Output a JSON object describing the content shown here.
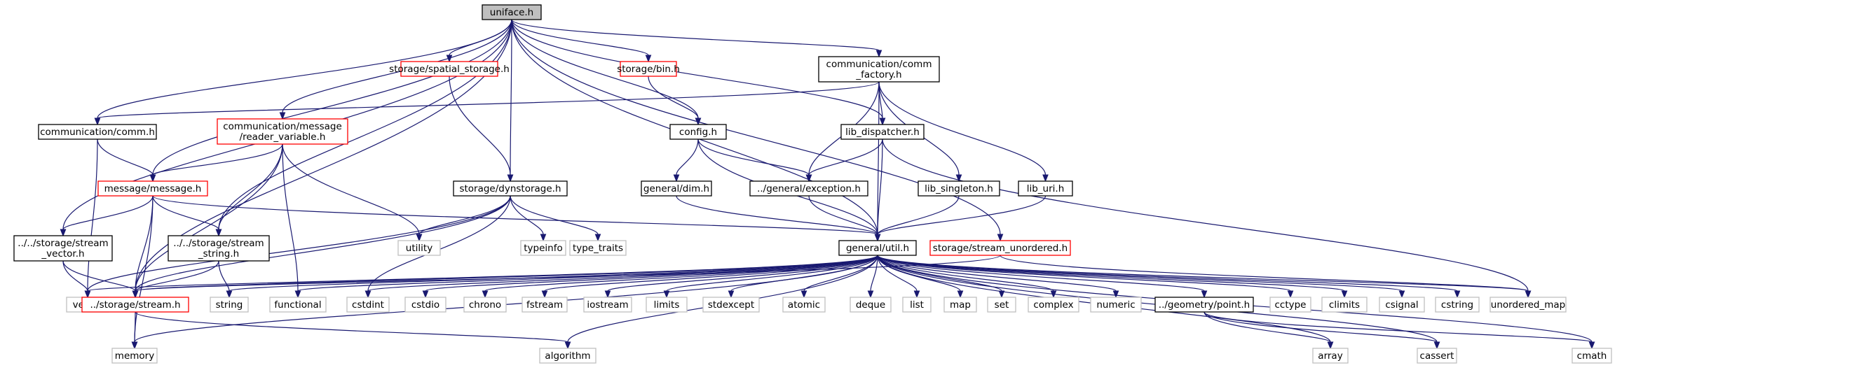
{
  "colors": {
    "edge": "#191970",
    "border_default": "#000000",
    "border_truncated": "#ff0000",
    "border_system": "#bfbfbf",
    "fill_root": "#bfbfbf",
    "fill_default": "#ffffff"
  },
  "nodes": [
    {
      "id": "uniface",
      "lines": [
        "uniface.h"
      ],
      "kind": "root"
    },
    {
      "id": "spatial",
      "lines": [
        "storage/spatial_storage.h"
      ],
      "kind": "truncated"
    },
    {
      "id": "bin",
      "lines": [
        "storage/bin.h"
      ],
      "kind": "truncated"
    },
    {
      "id": "commfactory",
      "lines": [
        "communication/comm",
        "_factory.h"
      ],
      "kind": "normal"
    },
    {
      "id": "comm",
      "lines": [
        "communication/comm.h"
      ],
      "kind": "normal"
    },
    {
      "id": "reader",
      "lines": [
        "communication/message",
        "/reader_variable.h"
      ],
      "kind": "truncated"
    },
    {
      "id": "config",
      "lines": [
        "config.h"
      ],
      "kind": "normal"
    },
    {
      "id": "libdisp",
      "lines": [
        "lib_dispatcher.h"
      ],
      "kind": "normal"
    },
    {
      "id": "message",
      "lines": [
        "message/message.h"
      ],
      "kind": "truncated"
    },
    {
      "id": "dynstorage",
      "lines": [
        "storage/dynstorage.h"
      ],
      "kind": "normal"
    },
    {
      "id": "dim",
      "lines": [
        "general/dim.h"
      ],
      "kind": "normal"
    },
    {
      "id": "exception",
      "lines": [
        "../general/exception.h"
      ],
      "kind": "normal"
    },
    {
      "id": "libsingle",
      "lines": [
        "lib_singleton.h"
      ],
      "kind": "normal"
    },
    {
      "id": "liburi",
      "lines": [
        "lib_uri.h"
      ],
      "kind": "normal"
    },
    {
      "id": "streamvector",
      "lines": [
        "../../storage/stream",
        "_vector.h"
      ],
      "kind": "normal"
    },
    {
      "id": "streamstring",
      "lines": [
        "../../storage/stream",
        "_string.h"
      ],
      "kind": "normal"
    },
    {
      "id": "utility",
      "lines": [
        "utility"
      ],
      "kind": "system"
    },
    {
      "id": "typeinfo",
      "lines": [
        "typeinfo"
      ],
      "kind": "system"
    },
    {
      "id": "typetraits",
      "lines": [
        "type_traits"
      ],
      "kind": "system"
    },
    {
      "id": "util",
      "lines": [
        "general/util.h"
      ],
      "kind": "normal"
    },
    {
      "id": "streamunordered",
      "lines": [
        "storage/stream_unordered.h"
      ],
      "kind": "truncated"
    },
    {
      "id": "vector",
      "lines": [
        "vector"
      ],
      "kind": "system"
    },
    {
      "id": "stream",
      "lines": [
        "../storage/stream.h"
      ],
      "kind": "truncated"
    },
    {
      "id": "string",
      "lines": [
        "string"
      ],
      "kind": "system"
    },
    {
      "id": "functional",
      "lines": [
        "functional"
      ],
      "kind": "system"
    },
    {
      "id": "cstdint",
      "lines": [
        "cstdint"
      ],
      "kind": "system"
    },
    {
      "id": "cstdio",
      "lines": [
        "cstdio"
      ],
      "kind": "system"
    },
    {
      "id": "chrono",
      "lines": [
        "chrono"
      ],
      "kind": "system"
    },
    {
      "id": "fstream",
      "lines": [
        "fstream"
      ],
      "kind": "system"
    },
    {
      "id": "iostream",
      "lines": [
        "iostream"
      ],
      "kind": "system"
    },
    {
      "id": "limits",
      "lines": [
        "limits"
      ],
      "kind": "system"
    },
    {
      "id": "stdexcept",
      "lines": [
        "stdexcept"
      ],
      "kind": "system"
    },
    {
      "id": "atomic",
      "lines": [
        "atomic"
      ],
      "kind": "system"
    },
    {
      "id": "deque",
      "lines": [
        "deque"
      ],
      "kind": "system"
    },
    {
      "id": "list",
      "lines": [
        "list"
      ],
      "kind": "system"
    },
    {
      "id": "map",
      "lines": [
        "map"
      ],
      "kind": "system"
    },
    {
      "id": "set",
      "lines": [
        "set"
      ],
      "kind": "system"
    },
    {
      "id": "complex",
      "lines": [
        "complex"
      ],
      "kind": "system"
    },
    {
      "id": "numeric",
      "lines": [
        "numeric"
      ],
      "kind": "system"
    },
    {
      "id": "point",
      "lines": [
        "../geometry/point.h"
      ],
      "kind": "normal"
    },
    {
      "id": "cctype",
      "lines": [
        "cctype"
      ],
      "kind": "system"
    },
    {
      "id": "climits",
      "lines": [
        "climits"
      ],
      "kind": "system"
    },
    {
      "id": "csignal",
      "lines": [
        "csignal"
      ],
      "kind": "system"
    },
    {
      "id": "cstring",
      "lines": [
        "cstring"
      ],
      "kind": "system"
    },
    {
      "id": "unorderedmap",
      "lines": [
        "unordered_map"
      ],
      "kind": "system"
    },
    {
      "id": "memory",
      "lines": [
        "memory"
      ],
      "kind": "system"
    },
    {
      "id": "algorithm",
      "lines": [
        "algorithm"
      ],
      "kind": "system"
    },
    {
      "id": "array",
      "lines": [
        "array"
      ],
      "kind": "system"
    },
    {
      "id": "cassert",
      "lines": [
        "cassert"
      ],
      "kind": "system"
    },
    {
      "id": "cmath",
      "lines": [
        "cmath"
      ],
      "kind": "system"
    }
  ],
  "edges": [
    [
      "uniface",
      "spatial"
    ],
    [
      "uniface",
      "bin"
    ],
    [
      "uniface",
      "commfactory"
    ],
    [
      "uniface",
      "comm"
    ],
    [
      "uniface",
      "reader"
    ],
    [
      "uniface",
      "config"
    ],
    [
      "uniface",
      "libdisp"
    ],
    [
      "uniface",
      "message"
    ],
    [
      "uniface",
      "dynstorage"
    ],
    [
      "uniface",
      "util"
    ],
    [
      "uniface",
      "streamunordered"
    ],
    [
      "uniface",
      "streamvector"
    ],
    [
      "uniface",
      "streamstring"
    ],
    [
      "uniface",
      "stream"
    ],
    [
      "spatial",
      "dynstorage"
    ],
    [
      "bin",
      "config"
    ],
    [
      "commfactory",
      "comm"
    ],
    [
      "commfactory",
      "exception"
    ],
    [
      "commfactory",
      "libdisp"
    ],
    [
      "commfactory",
      "libsingle"
    ],
    [
      "commfactory",
      "liburi"
    ],
    [
      "commfactory",
      "util"
    ],
    [
      "comm",
      "message"
    ],
    [
      "comm",
      "vector"
    ],
    [
      "reader",
      "message"
    ],
    [
      "reader",
      "streamstring"
    ],
    [
      "reader",
      "stream"
    ],
    [
      "reader",
      "utility"
    ],
    [
      "reader",
      "functional"
    ],
    [
      "config",
      "dim"
    ],
    [
      "config",
      "exception"
    ],
    [
      "config",
      "util"
    ],
    [
      "libdisp",
      "exception"
    ],
    [
      "libdisp",
      "util"
    ],
    [
      "libdisp",
      "unorderedmap"
    ],
    [
      "message",
      "streamvector"
    ],
    [
      "message",
      "streamstring"
    ],
    [
      "message",
      "stream"
    ],
    [
      "message",
      "util"
    ],
    [
      "message",
      "memory"
    ],
    [
      "dynstorage",
      "utility"
    ],
    [
      "dynstorage",
      "typeinfo"
    ],
    [
      "dynstorage",
      "typetraits"
    ],
    [
      "dynstorage",
      "stream"
    ],
    [
      "dynstorage",
      "cstdint"
    ],
    [
      "dynstorage",
      "vector"
    ],
    [
      "dim",
      "util"
    ],
    [
      "exception",
      "util"
    ],
    [
      "libsingle",
      "util"
    ],
    [
      "liburi",
      "util"
    ],
    [
      "streamvector",
      "vector"
    ],
    [
      "streamvector",
      "stream"
    ],
    [
      "streamstring",
      "string"
    ],
    [
      "streamstring",
      "stream"
    ],
    [
      "streamunordered",
      "stream"
    ],
    [
      "streamunordered",
      "unorderedmap"
    ],
    [
      "stream",
      "memory"
    ],
    [
      "stream",
      "algorithm"
    ],
    [
      "util",
      "vector"
    ],
    [
      "util",
      "stream"
    ],
    [
      "util",
      "string"
    ],
    [
      "util",
      "functional"
    ],
    [
      "util",
      "cstdint"
    ],
    [
      "util",
      "cstdio"
    ],
    [
      "util",
      "chrono"
    ],
    [
      "util",
      "fstream"
    ],
    [
      "util",
      "iostream"
    ],
    [
      "util",
      "limits"
    ],
    [
      "util",
      "stdexcept"
    ],
    [
      "util",
      "atomic"
    ],
    [
      "util",
      "deque"
    ],
    [
      "util",
      "list"
    ],
    [
      "util",
      "map"
    ],
    [
      "util",
      "set"
    ],
    [
      "util",
      "complex"
    ],
    [
      "util",
      "numeric"
    ],
    [
      "util",
      "point"
    ],
    [
      "util",
      "cctype"
    ],
    [
      "util",
      "climits"
    ],
    [
      "util",
      "csignal"
    ],
    [
      "util",
      "cstring"
    ],
    [
      "util",
      "unorderedmap"
    ],
    [
      "util",
      "memory"
    ],
    [
      "util",
      "algorithm"
    ],
    [
      "util",
      "array"
    ],
    [
      "util",
      "cassert"
    ],
    [
      "util",
      "cmath"
    ],
    [
      "point",
      "array"
    ],
    [
      "point",
      "cassert"
    ],
    [
      "point",
      "cmath"
    ]
  ]
}
